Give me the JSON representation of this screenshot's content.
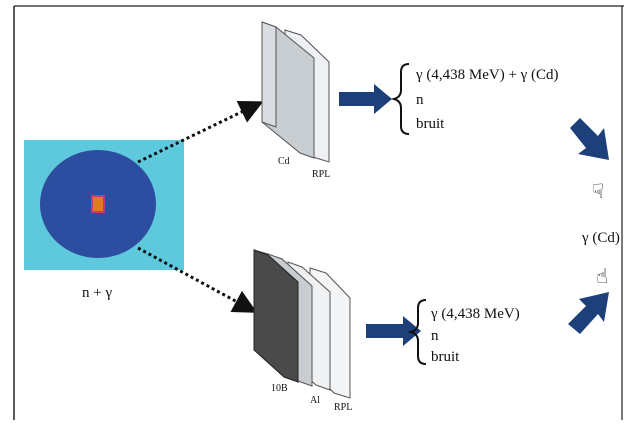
{
  "source": {
    "label": "n + γ"
  },
  "top_detector": {
    "layers": [
      "Cd",
      "RPL"
    ],
    "outputs": [
      "γ (4,438 MeV) + γ (Cd)",
      "n",
      "bruit"
    ]
  },
  "bottom_detector": {
    "layers": [
      "10B",
      "Al",
      "RPL"
    ],
    "outputs": [
      "γ (4,438 MeV)",
      "n",
      "bruit"
    ]
  },
  "result": {
    "label": "γ (Cd)",
    "top_hand_icon": "pointing-down-hand-icon",
    "bottom_hand_icon": "pointing-up-hand-icon"
  },
  "colors": {
    "source_background": "#5ec8dc",
    "source_circle": "#2c4da0",
    "source_core": "#e07a1f",
    "arrow": "#1d3f7a",
    "cd_layer": "#c8cdd2",
    "boron_layer": "#4a4a4a"
  }
}
